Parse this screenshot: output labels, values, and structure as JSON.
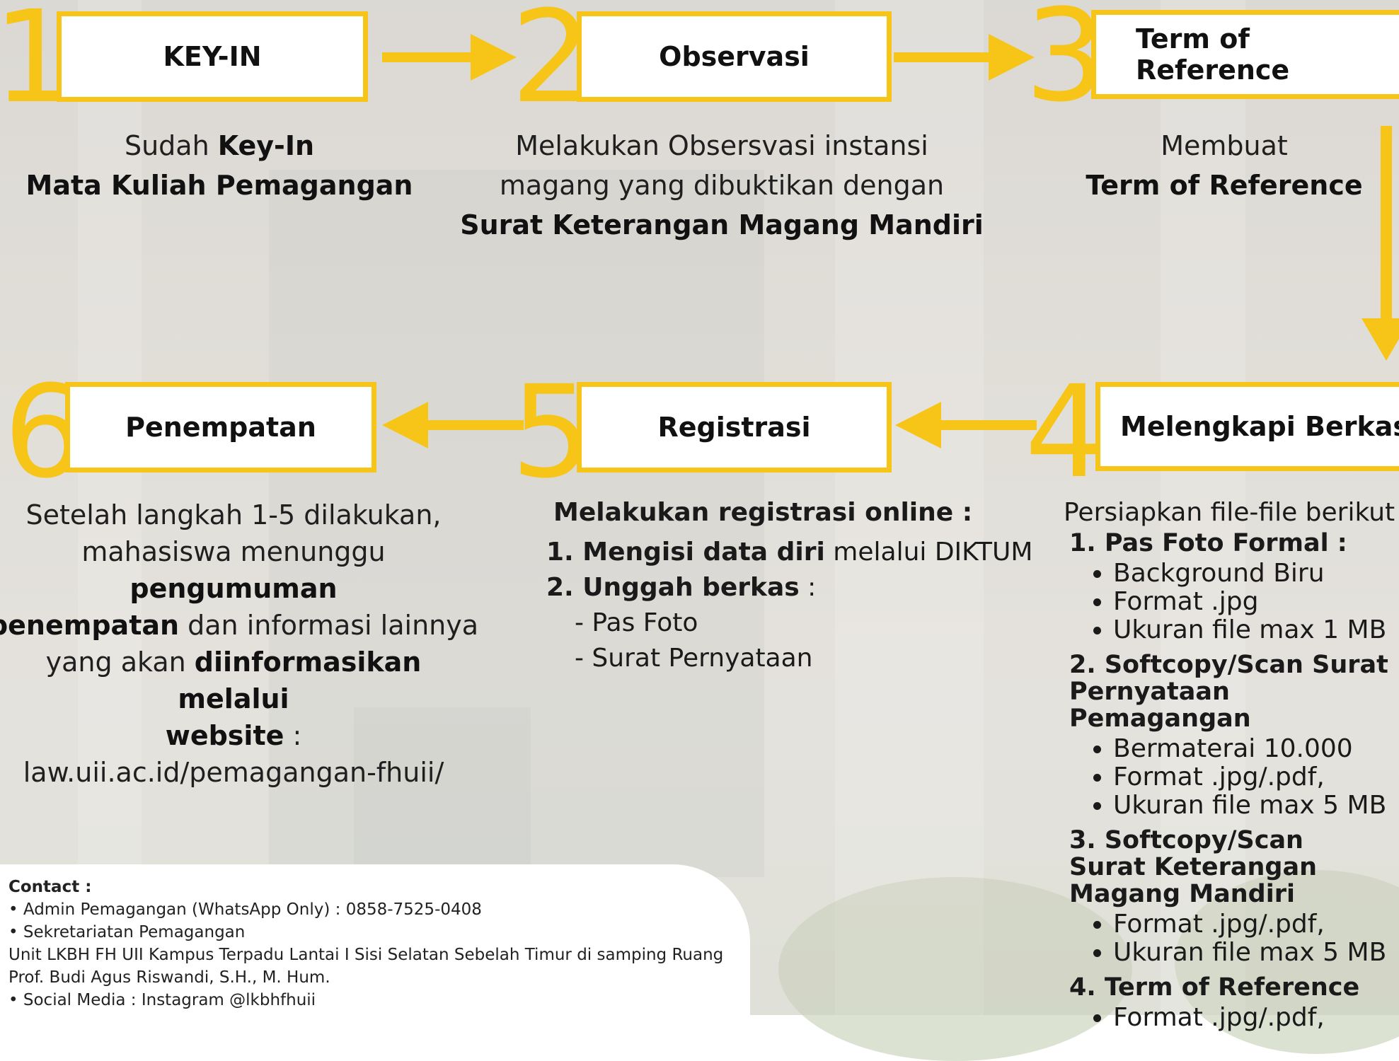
{
  "colors": {
    "accent": "#f6c518",
    "box_bg": "#ffffff",
    "text": "#111111"
  },
  "steps": [
    {
      "number": "1",
      "title": "KEY-IN"
    },
    {
      "number": "2",
      "title": "Observasi"
    },
    {
      "number": "3",
      "title": "Term of Reference"
    },
    {
      "number": "4",
      "title": "Melengkapi Berkas"
    },
    {
      "number": "5",
      "title": "Registrasi"
    },
    {
      "number": "6",
      "title": "Penempatan"
    }
  ],
  "step1": {
    "line1_a": "Sudah ",
    "line1_b": "Key-In",
    "line2": "Mata Kuliah Pemagangan"
  },
  "step2": {
    "line1": "Melakukan Obsersvasi instansi",
    "line2": "magang yang dibuktikan dengan",
    "line3": "Surat Keterangan Magang Mandiri"
  },
  "step3": {
    "line1": "Membuat",
    "line2": "Term of Reference"
  },
  "step6": {
    "line1": "Setelah langkah 1-5 dilakukan,",
    "line2_a": "mahasiswa menunggu ",
    "line2_b": "pengumuman",
    "line3_a": "penempatan",
    "line3_b": " dan informasi lainnya",
    "line4_a": "yang akan ",
    "line4_b": "diinformasikan melalui",
    "line5_a": "website",
    "line5_b": " : law.uii.ac.id/pemagangan-fhuii/"
  },
  "step5": {
    "heading": "Melakukan registrasi online :",
    "item1_a": "1. Mengisi data diri",
    "item1_b": " melalui DIKTUM",
    "item2_a": "2. Unggah berkas",
    "item2_b": " :",
    "sub1": "- Pas Foto",
    "sub2": "- Surat Pernyataan"
  },
  "step4": {
    "intro": "Persiapkan file-file berikut",
    "groups": [
      {
        "head": "1. Pas Foto Formal :",
        "items": [
          "Background Biru",
          "Format .jpg",
          "Ukuran file max 1 MB"
        ]
      },
      {
        "head": "2. Softcopy/Scan Surat Pernyataan Pemagangan",
        "items": [
          "Bermaterai 10.000",
          "Format .jpg/.pdf,",
          "Ukuran file max 5 MB"
        ]
      },
      {
        "head": "3. Softcopy/Scan Surat Keterangan Magang Mandiri",
        "items": [
          "Format .jpg/.pdf,",
          "Ukuran file max 5 MB"
        ]
      },
      {
        "head": "4. Term of Reference",
        "items": [
          "Format .jpg/.pdf,"
        ]
      }
    ]
  },
  "contact": {
    "title": "Contact :",
    "line1": "• Admin Pemagangan (WhatsApp Only) : 0858-7525-0408",
    "line2": "• Sekretariatan Pemagangan",
    "line3": "Unit LKBH FH UII Kampus Terpadu Lantai I Sisi Selatan Sebelah Timur di samping Ruang",
    "line4": "Prof. Budi Agus Riswandi, S.H., M. Hum.",
    "line5": "• Social Media : Instagram @lkbhfhuii"
  }
}
